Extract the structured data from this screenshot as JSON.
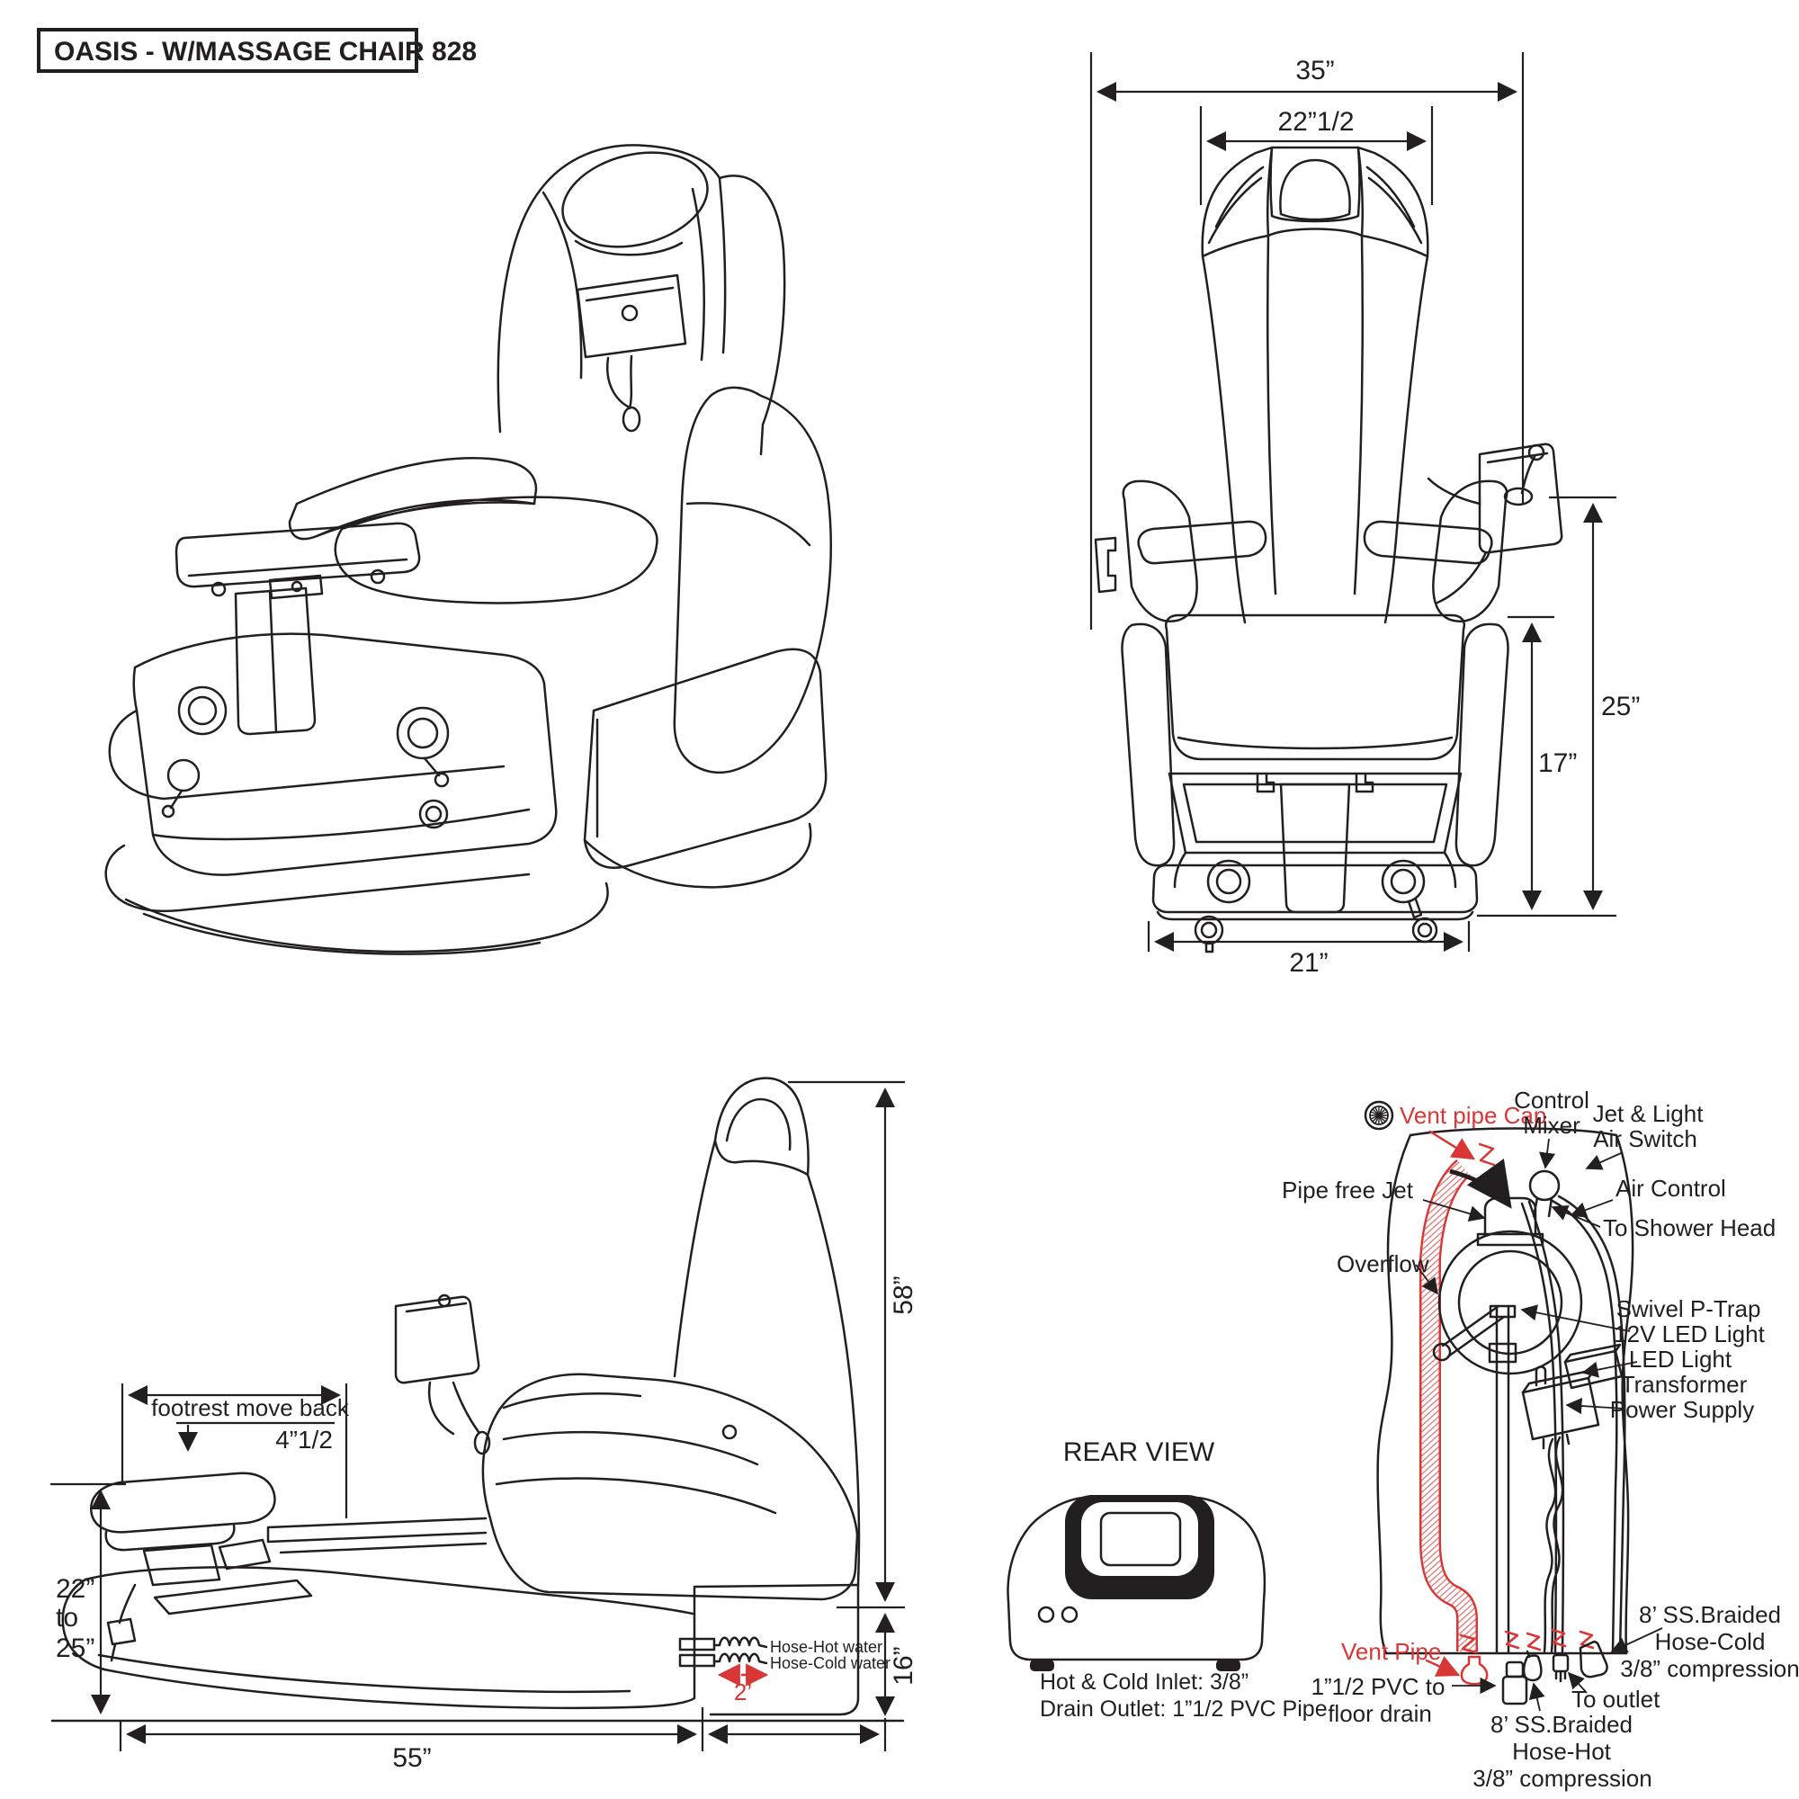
{
  "title": "OASIS - W/MASSAGE CHAIR 828",
  "colors": {
    "line": "#231f20",
    "red": "#d93636",
    "background": "#ffffff"
  },
  "front_view": {
    "width_total": "35”",
    "width_seat": "22”1/2",
    "height_total": "25”",
    "height_basin": "17”",
    "width_base": "21”"
  },
  "side_view": {
    "height_total": "58”",
    "height_base": "16”",
    "length": "55”",
    "footrest_min": "22”",
    "footrest_mid": "to",
    "footrest_max": "25”",
    "footrest_note": "footrest move back",
    "footrest_offset": "4”1/2",
    "hose_hot": "Hose-Hot water",
    "hose_cold": "Hose-Cold water",
    "hose_slack": "2’"
  },
  "plumbing": {
    "vent_pipe_cap": "Vent pipe Cap",
    "control_mixer_1": "Control",
    "control_mixer_2": "Mixer",
    "jet_light_1": "Jet & Light",
    "jet_light_2": "Air Switch",
    "pipe_free_jet": "Pipe free Jet",
    "air_control": "Air Control",
    "to_shower_head": "To Shower Head",
    "overflow": "Overflow",
    "swivel_p_trap": "Swivel P-Trap",
    "led_12v": "12V LED Light",
    "led_light": "LED Light",
    "transformer": "Transformer",
    "power_supply": "Power Supply",
    "vent_pipe": "Vent Pipe",
    "pvc_1": "1”1/2 PVC to",
    "pvc_2": "floor drain",
    "hose_hot_1": "8’ SS.Braided",
    "hose_hot_2": "Hose-Hot",
    "hose_hot_3": "3/8” compression",
    "to_outlet": "To outlet",
    "hose_cold_1": "8’ SS.Braided",
    "hose_cold_2": "Hose-Cold",
    "hose_cold_3": "3/8” compression"
  },
  "rear_view": {
    "title": "REAR VIEW",
    "inlet": "Hot & Cold Inlet: 3/8”",
    "drain": "Drain Outlet: 1”1/2 PVC Pipe"
  }
}
